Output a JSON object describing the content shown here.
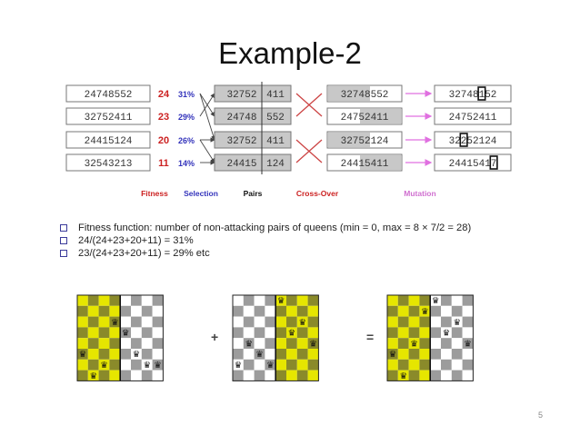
{
  "slide": {
    "title": "Example-2",
    "page_number": "5"
  },
  "population": [
    "24748552",
    "32752411",
    "24415124",
    "32543213"
  ],
  "fitness": [
    {
      "score": "24",
      "percent": "31%"
    },
    {
      "score": "23",
      "percent": "29%"
    },
    {
      "score": "20",
      "percent": "26%"
    },
    {
      "score": "11",
      "percent": "14%"
    }
  ],
  "pairs": [
    {
      "left": "32752",
      "right": "411"
    },
    {
      "left": "24748",
      "right": "552"
    },
    {
      "left": "32752",
      "right": "411"
    },
    {
      "left": "24415",
      "right": "124"
    }
  ],
  "crossover": [
    {
      "left": "32748",
      "right": "552"
    },
    {
      "left": "24752",
      "right": "411"
    },
    {
      "left": "32752",
      "right": "124"
    },
    {
      "left": "24415",
      "right": "411"
    }
  ],
  "mutation": [
    "32748152",
    "24752411",
    "32252124",
    "24415417"
  ],
  "step_labels": [
    "Fitness",
    "Selection",
    "Pairs",
    "Cross-Over",
    "Mutation"
  ],
  "step_colors": [
    "#cc2222",
    "#3333bb",
    "#111111",
    "#cc2222",
    "#d070d0"
  ],
  "bullets": [
    "Fitness function: number of non-attacking pairs of queens (min = 0, max = 8 × 7/2 = 28)",
    "24/(24+23+20+11) = 31%",
    "23/(24+23+20+11) = 29% etc"
  ],
  "operators": [
    "+",
    "="
  ],
  "colors": {
    "board_yellow": "#e6e600",
    "board_dark": "#555555",
    "board_grey": "#9c9c9c",
    "board_light": "#ffffff",
    "pink_arrow": "#e070e0"
  }
}
